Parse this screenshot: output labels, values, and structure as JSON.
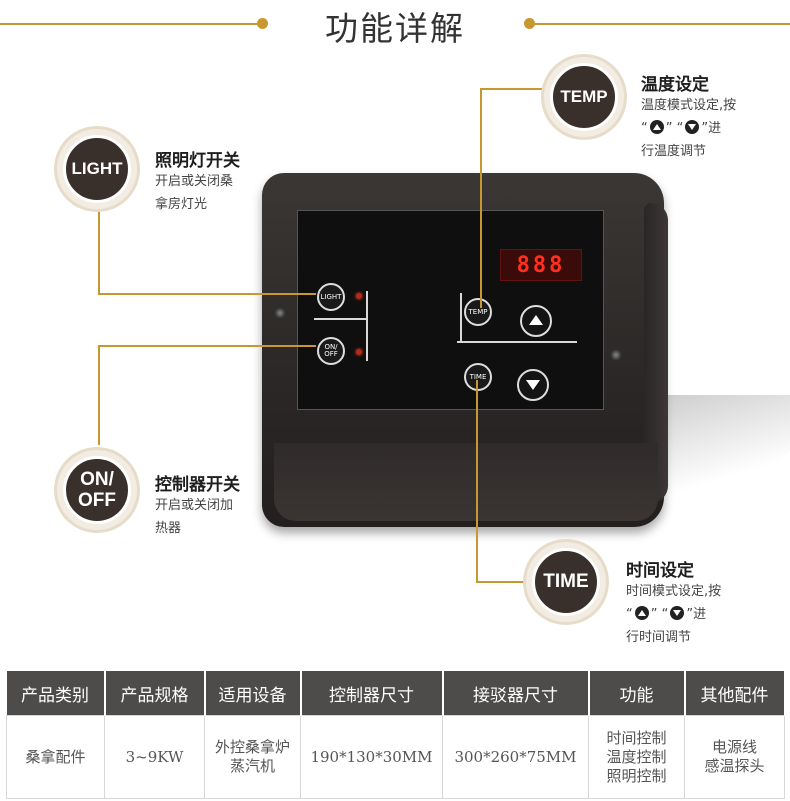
{
  "header": {
    "title": "功能详解"
  },
  "device": {
    "display_value": "888",
    "btn_light": "LIGHT",
    "btn_onoff": "ON/ OFF",
    "btn_temp": "TEMP",
    "btn_time": "TIME"
  },
  "features": {
    "light": {
      "badge": "LIGHT",
      "title": "照明灯开关",
      "desc_1": "开启或关闭桑",
      "desc_2": "拿房灯光"
    },
    "onoff": {
      "badge_1": "ON/",
      "badge_2": "OFF",
      "title": "控制器开关",
      "desc_1": "开启或关闭加",
      "desc_2": "热器"
    },
    "temp": {
      "badge": "TEMP",
      "title": "温度设定",
      "desc_1": "温度模式设定,按",
      "q_open_1": "“",
      "q_close_1": "”",
      "q_open_2": "“",
      "q_close_2": "”进",
      "desc_3": "行温度调节"
    },
    "time": {
      "badge": "TIME",
      "title": "时间设定",
      "desc_1": "时间模式设定,按",
      "q_open_1": "“",
      "q_close_1": "”",
      "q_open_2": "“",
      "q_close_2": "”进",
      "desc_3": "行时间调节"
    }
  },
  "table": {
    "headers": [
      "产品类别",
      "产品规格",
      "适用设备",
      "控制器尺寸",
      "接驳器尺寸",
      "功能",
      "其他配件"
    ],
    "row": {
      "category": "桑拿配件",
      "spec": "3~9KW",
      "equipment_1": "外控桑拿炉",
      "equipment_2": "蒸汽机",
      "controller_size": "190*130*30MM",
      "connector_size": "300*260*75MM",
      "function_1": "时间控制",
      "function_2": "温度控制",
      "function_3": "照明控制",
      "accessory_1": "电源线",
      "accessory_2": "感温探头"
    }
  },
  "colors": {
    "accent": "#c9972f",
    "table_header": "#4e4c4a",
    "led_red": "#ff3020"
  }
}
